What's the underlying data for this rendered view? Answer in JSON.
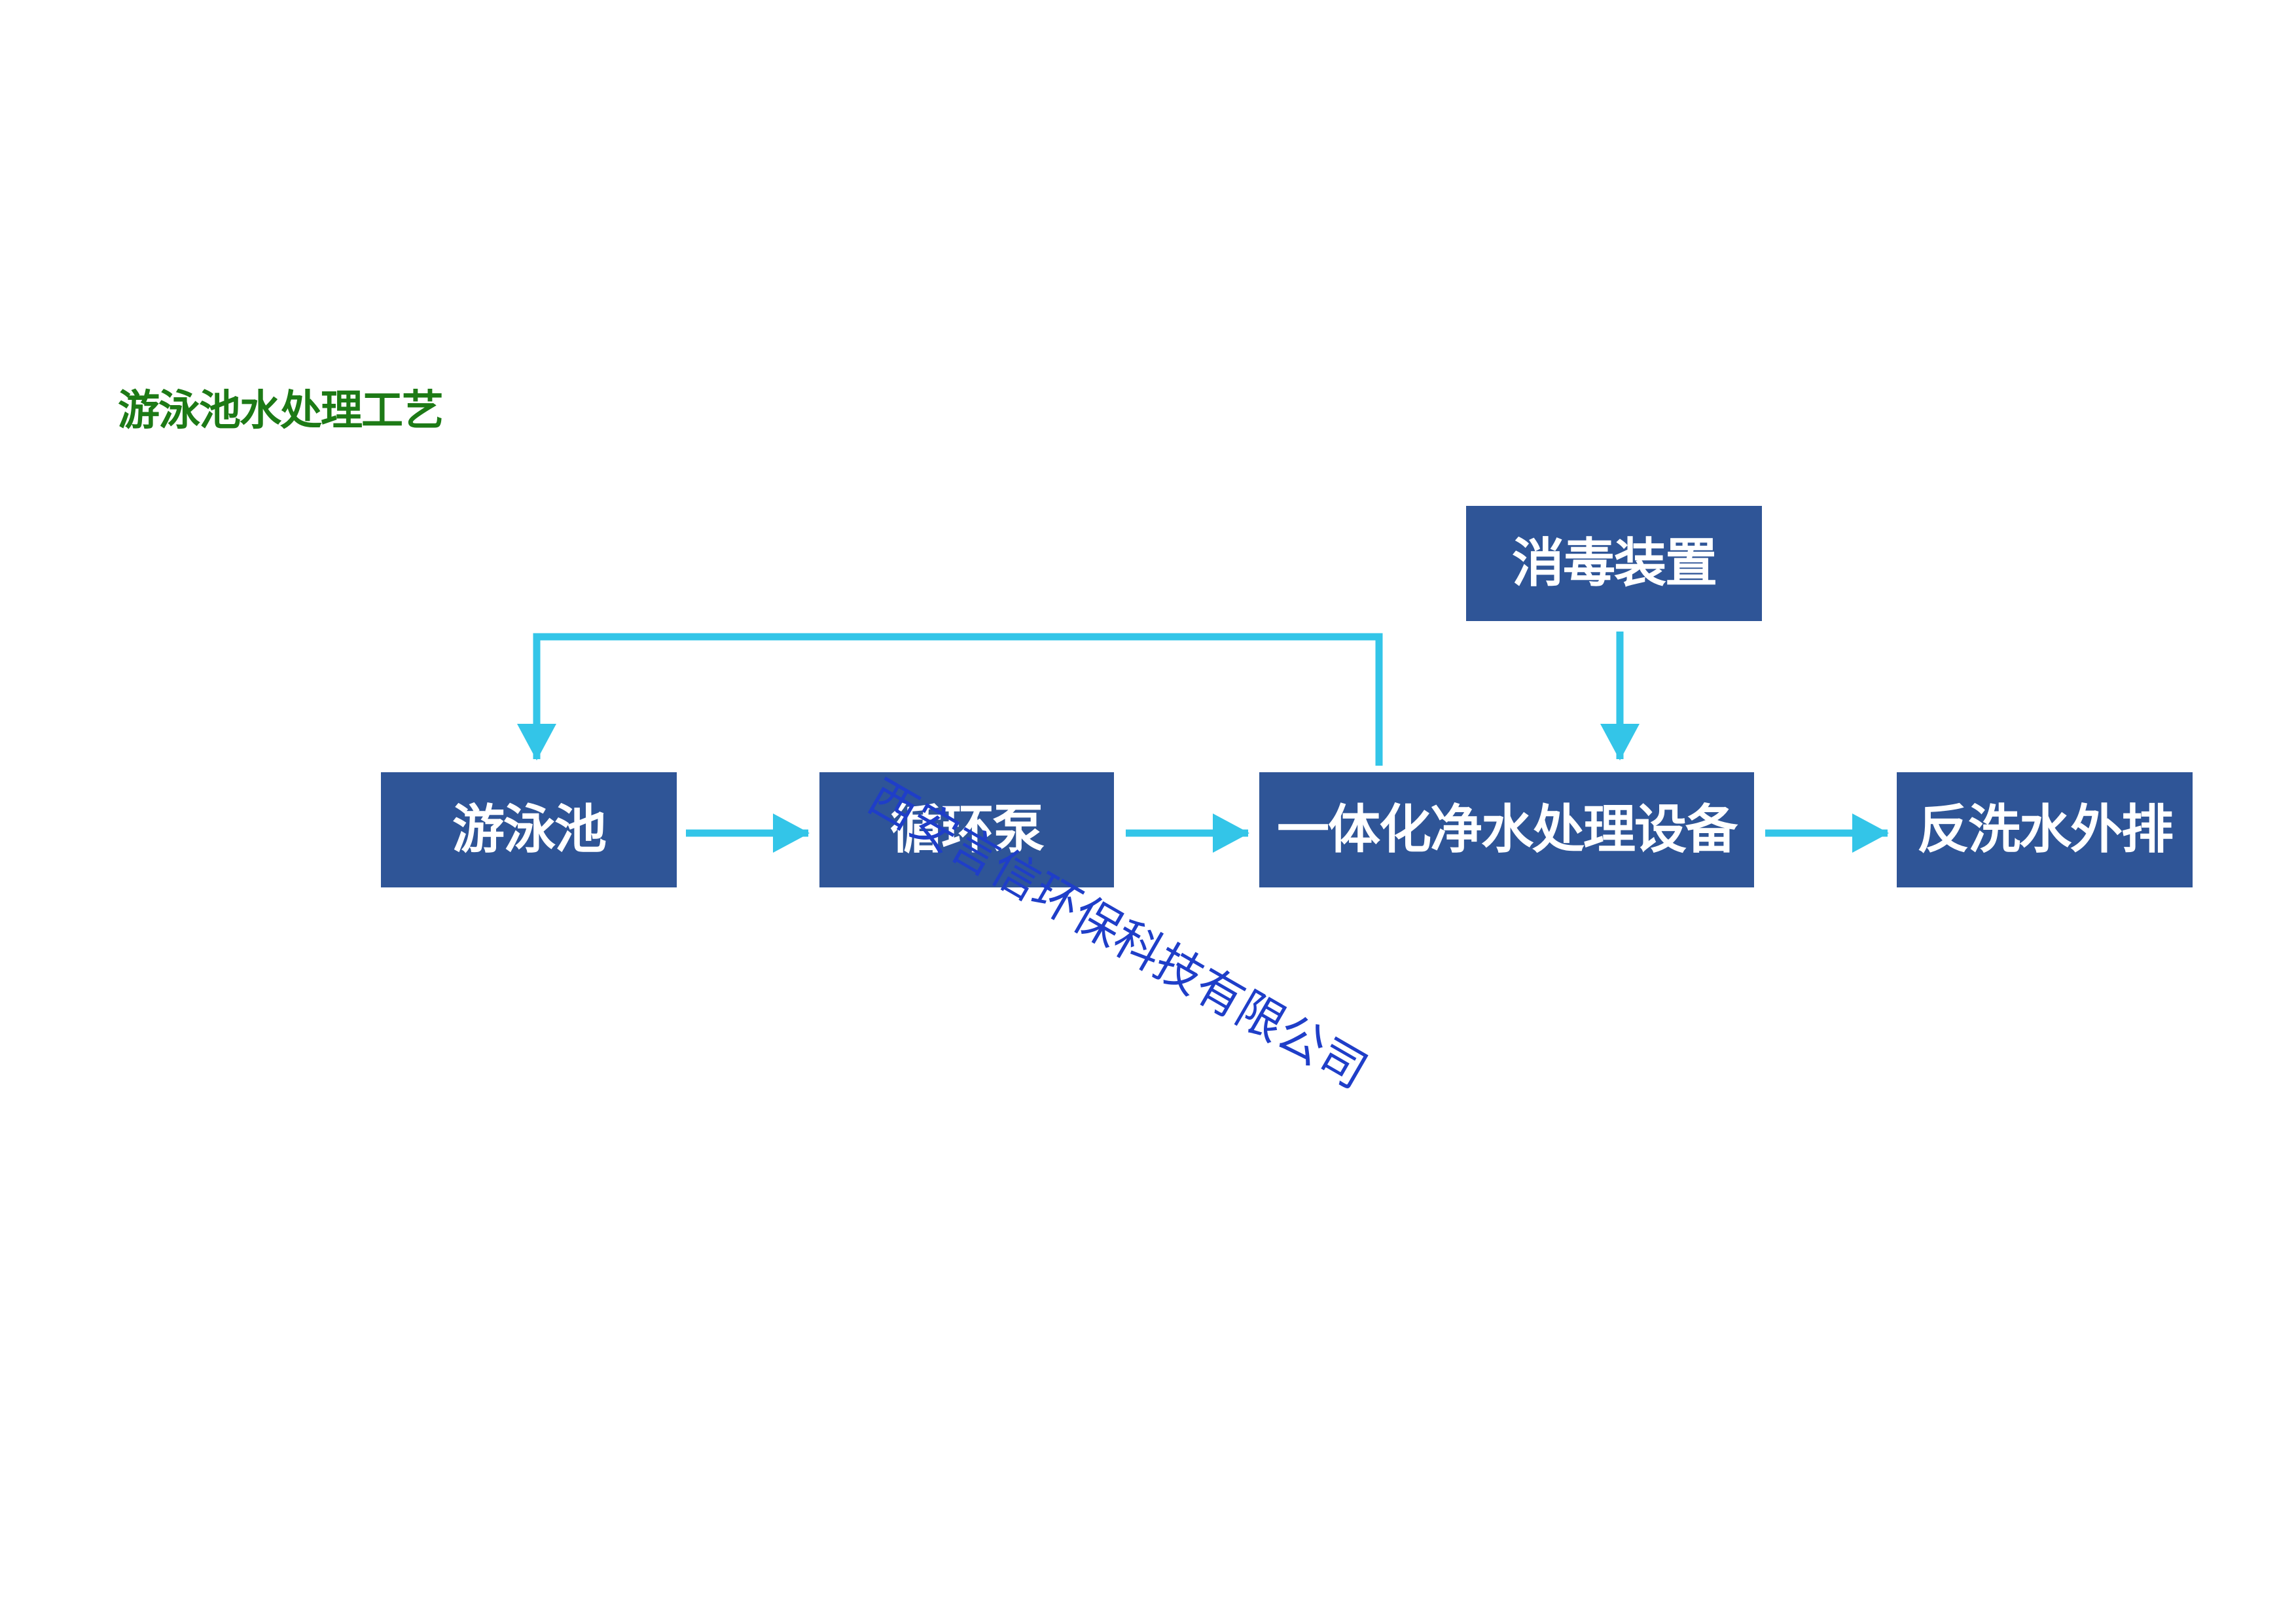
{
  "diagram": {
    "title": "游泳池水处理工艺",
    "nodes": {
      "pool": "游泳池",
      "pump": "循环泵",
      "equipment": "一体化净水处理设备",
      "disinfection": "消毒装置",
      "discharge": "反洗水外排"
    },
    "edges": [
      {
        "from": "pool",
        "to": "pump"
      },
      {
        "from": "pump",
        "to": "equipment"
      },
      {
        "from": "equipment",
        "to": "discharge"
      },
      {
        "from": "disinfection",
        "to": "equipment"
      },
      {
        "from": "equipment",
        "to": "pool"
      }
    ],
    "watermark": "西安言信环保科技有限公司"
  },
  "colors": {
    "title": "#1d7a16",
    "node_fill": "#2f5597",
    "node_text": "#ffffff",
    "arrow": "#33c5e8",
    "watermark": "#1f3ec8"
  }
}
